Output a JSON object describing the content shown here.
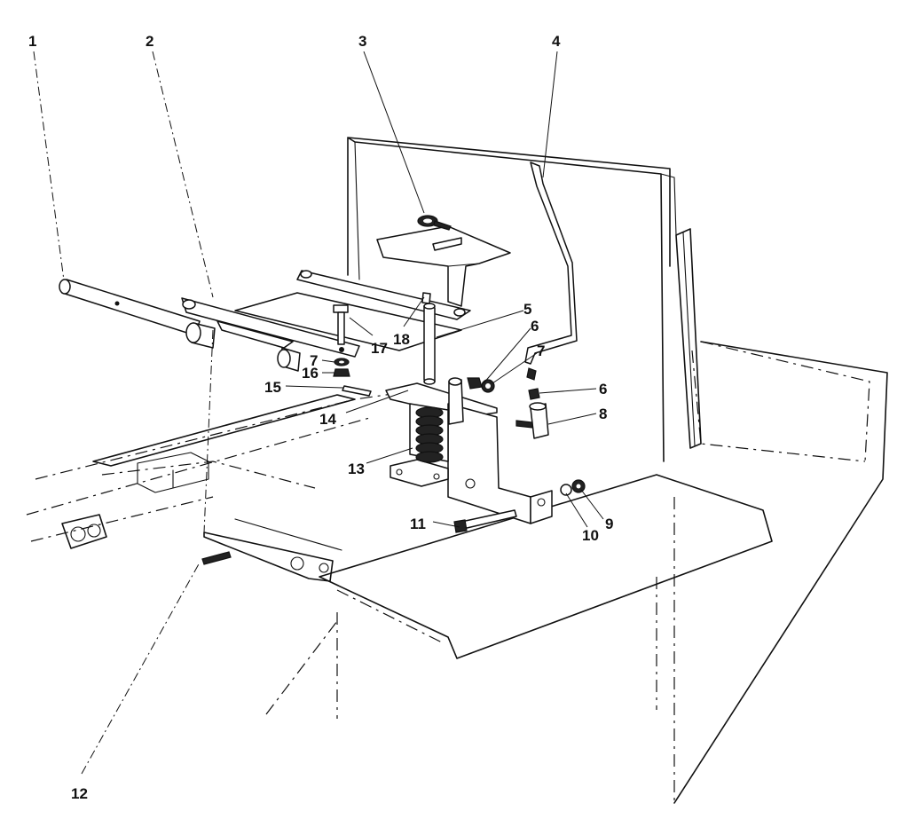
{
  "callouts": [
    {
      "id": "c1",
      "text": "1"
    },
    {
      "id": "c2",
      "text": "2"
    },
    {
      "id": "c3",
      "text": "3"
    },
    {
      "id": "c4",
      "text": "4"
    },
    {
      "id": "c5",
      "text": "5"
    },
    {
      "id": "c6a",
      "text": "6"
    },
    {
      "id": "c7a",
      "text": "7"
    },
    {
      "id": "c6b",
      "text": "6"
    },
    {
      "id": "c8",
      "text": "8"
    },
    {
      "id": "c9",
      "text": "9"
    },
    {
      "id": "c10",
      "text": "10"
    },
    {
      "id": "c11",
      "text": "11"
    },
    {
      "id": "c12",
      "text": "12"
    },
    {
      "id": "c13",
      "text": "13"
    },
    {
      "id": "c14",
      "text": "14"
    },
    {
      "id": "c15",
      "text": "15"
    },
    {
      "id": "c16",
      "text": "16"
    },
    {
      "id": "c7b",
      "text": "7"
    },
    {
      "id": "c17",
      "text": "17"
    },
    {
      "id": "c18",
      "text": "18"
    }
  ]
}
